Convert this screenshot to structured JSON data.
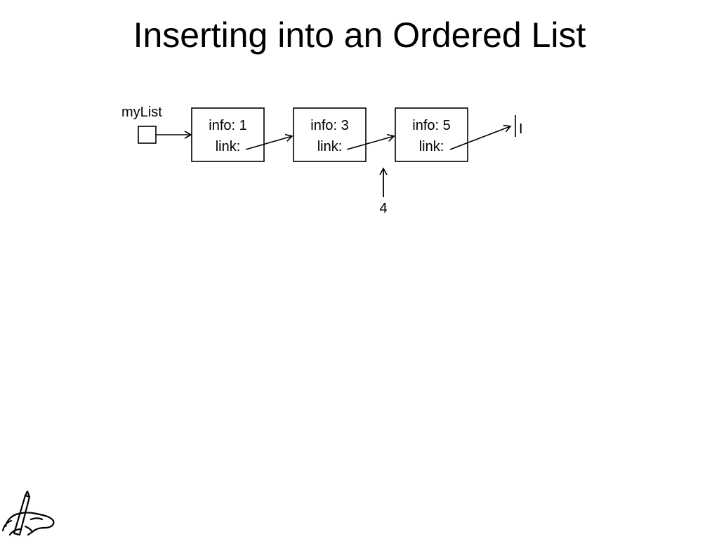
{
  "slide": {
    "title": "Inserting into an Ordered List"
  },
  "diagram": {
    "head_label": "myList",
    "nodes": [
      {
        "info_text": "info: 1",
        "link_text": "link:"
      },
      {
        "info_text": "info: 3",
        "link_text": "link:"
      },
      {
        "info_text": "info: 5",
        "link_text": "link:"
      }
    ],
    "new_value": "4",
    "null_mark": "I"
  },
  "icons": {
    "logo": "hand-writing-logo-icon"
  },
  "colors": {
    "foreground": "#000000",
    "background": "#ffffff"
  }
}
